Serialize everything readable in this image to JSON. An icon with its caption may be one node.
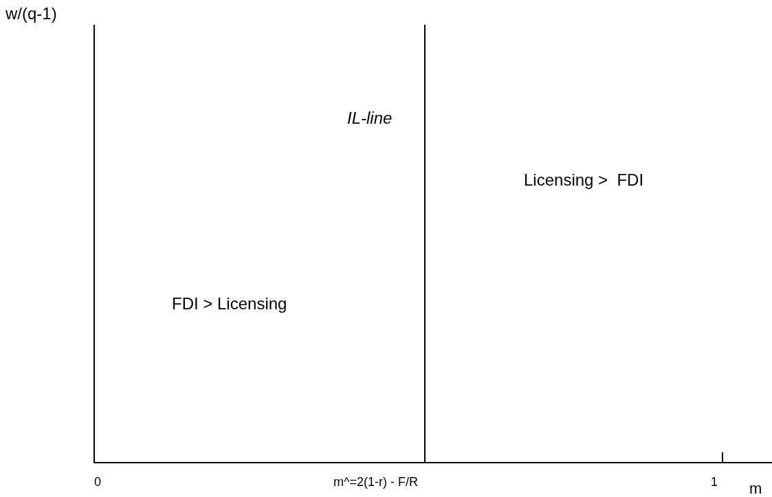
{
  "diagram": {
    "labels": [
      "w/(q-1)",
      "IL-line",
      "Licensing >  FDI",
      "FDI > Licensing",
      "0",
      "m^=2(1-r) - F/R",
      "1",
      "m"
    ]
  }
}
